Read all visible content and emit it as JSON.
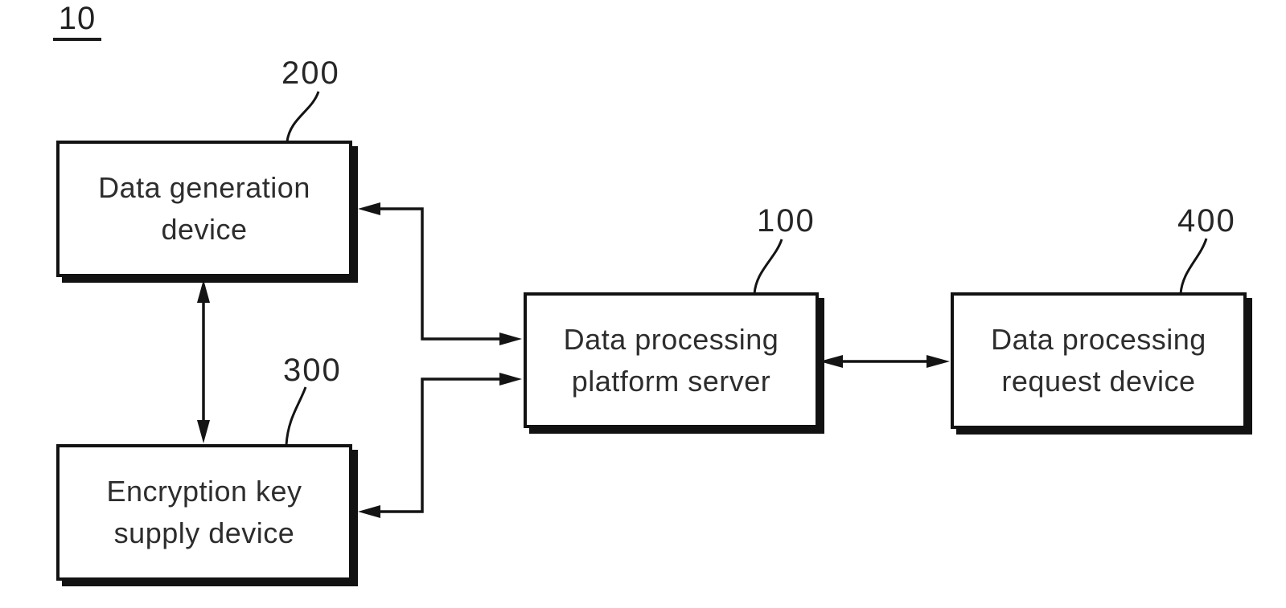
{
  "figure": {
    "ref_label": "10",
    "background": "#ffffff",
    "line_color": "#141414",
    "text_color": "#2d2d2d"
  },
  "nodes": [
    {
      "id": "data-generation-device",
      "ref": "200",
      "label_line1": "Data generation",
      "label_line2": "device"
    },
    {
      "id": "encryption-key-supply-device",
      "ref": "300",
      "label_line1": "Encryption key",
      "label_line2": "supply device"
    },
    {
      "id": "data-processing-platform-server",
      "ref": "100",
      "label_line1": "Data processing",
      "label_line2": "platform server"
    },
    {
      "id": "data-processing-request-device",
      "ref": "400",
      "label_line1": "Data processing",
      "label_line2": "request device"
    }
  ],
  "connections": [
    {
      "from": "data-generation-device",
      "to": "encryption-key-supply-device",
      "type": "bidirectional-arrow",
      "shape": "straight-vertical"
    },
    {
      "from": "data-generation-device",
      "to": "data-processing-platform-server",
      "type": "bidirectional-arrow",
      "shape": "z-bend"
    },
    {
      "from": "encryption-key-supply-device",
      "to": "data-processing-platform-server",
      "type": "bidirectional-arrow",
      "shape": "z-bend"
    },
    {
      "from": "data-processing-platform-server",
      "to": "data-processing-request-device",
      "type": "bidirectional-arrow",
      "shape": "straight-horizontal"
    }
  ]
}
